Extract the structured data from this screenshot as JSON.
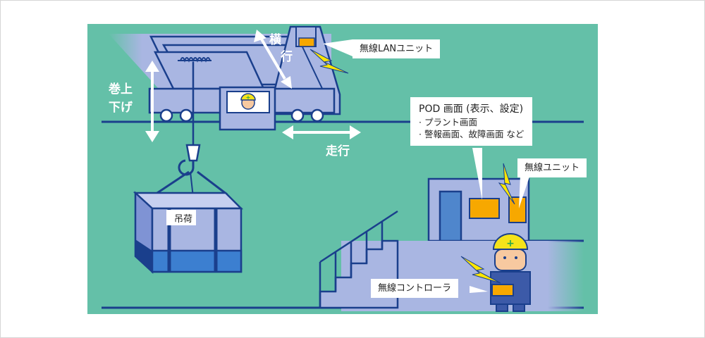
{
  "labels": {
    "lateral_move": "横行",
    "hoist": "巻上下げ",
    "travel": "走行",
    "load": "吊荷"
  },
  "callouts": {
    "wireless_lan_unit": "無線LANユニット",
    "wireless_unit": "無線ユニット",
    "wireless_controller": "無線コントローラ",
    "pod": {
      "title": "POD 画面 (表示、設定)",
      "items": [
        "· プラント画面",
        "· 警報画面、故障画面 など"
      ]
    }
  },
  "colors": {
    "background": "#64c0a8",
    "line": "#1a3f8c",
    "structure": "#a9b6e2",
    "accent": "#f7a800",
    "lightning": "#ffe600"
  }
}
